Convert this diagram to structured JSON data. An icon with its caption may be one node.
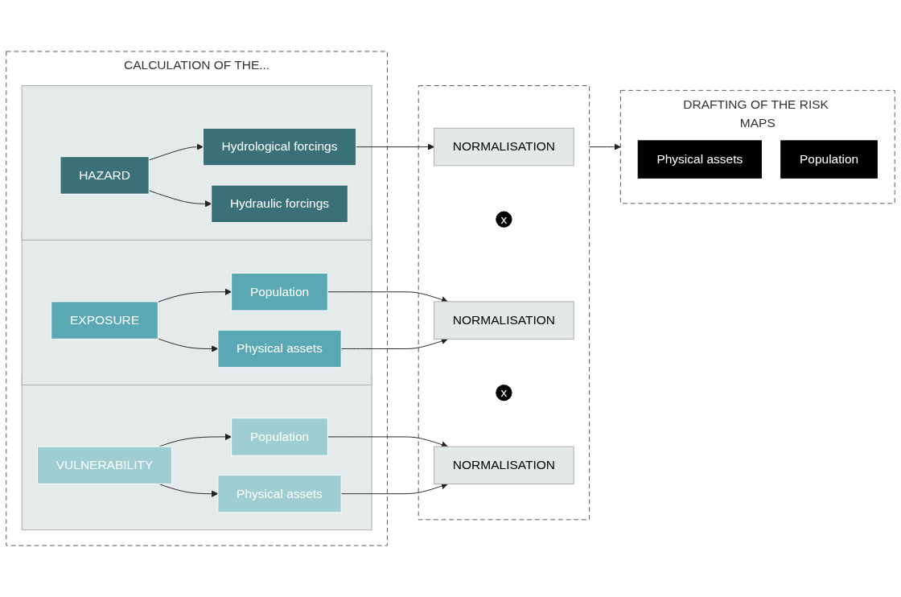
{
  "diagram": {
    "nodes": [
      {
        "text": [
          "CALCULATION OF THE..."
        ]
      },
      {
        "text": [],
        "shape": "box",
        "in": 0
      },
      {
        "text": [
          "HAZARD"
        ],
        "in": 1
      },
      {
        "text": [
          "Hydrological forcings"
        ],
        "in": 1
      },
      {
        "text": [
          "Hydraulic forcings"
        ],
        "in": 1
      },
      {
        "text": [],
        "shape": "box",
        "in": 0
      },
      {
        "text": [
          "EXPOSURE"
        ],
        "in": 5
      },
      {
        "text": [
          "Population"
        ],
        "in": 5
      },
      {
        "text": [
          "Physical assets"
        ],
        "in": 5
      },
      {
        "text": [],
        "shape": "box",
        "in": 0
      },
      {
        "text": [
          "VULNERABILITY"
        ],
        "in": 9
      },
      {
        "text": [
          "Population"
        ],
        "in": 9
      },
      {
        "text": [
          "Physical assets"
        ],
        "in": 9
      },
      {
        "text": [],
        "shape": "box"
      },
      {
        "text": [
          "NORMALISATION"
        ],
        "in": 13
      },
      {
        "text": [
          "x"
        ],
        "in": 13
      },
      {
        "text": [
          "NORMALISATION"
        ],
        "in": 13
      },
      {
        "text": [
          "x"
        ],
        "in": 13
      },
      {
        "text": [
          "NORMALISATION"
        ],
        "in": 13
      },
      {
        "text": [
          "DRAFTING OF THE RISK MAPS"
        ]
      },
      {
        "text": [
          "Physical assets"
        ],
        "in": 19
      },
      {
        "text": [
          "Population"
        ],
        "in": 19
      }
    ],
    "edges": [
      {
        "from": 2,
        "to": 3,
        "arrow": "to"
      },
      {
        "from": 2,
        "to": 4,
        "arrow": "to"
      },
      {
        "from": 3,
        "to": 14,
        "arrow": "to"
      },
      {
        "from": 6,
        "to": 7,
        "arrow": "to"
      },
      {
        "from": 6,
        "to": 8,
        "arrow": "to"
      },
      {
        "from": 7,
        "to": 16,
        "arrow": "to"
      },
      {
        "from": 8,
        "to": 16,
        "arrow": "to"
      },
      {
        "from": 10,
        "to": 11,
        "arrow": "to"
      },
      {
        "from": 10,
        "to": 12,
        "arrow": "to"
      },
      {
        "from": 11,
        "to": 18,
        "arrow": "to"
      },
      {
        "from": 12,
        "to": 18,
        "arrow": "to"
      },
      {
        "from": 13,
        "to": 19,
        "arrow": "to"
      }
    ]
  }
}
